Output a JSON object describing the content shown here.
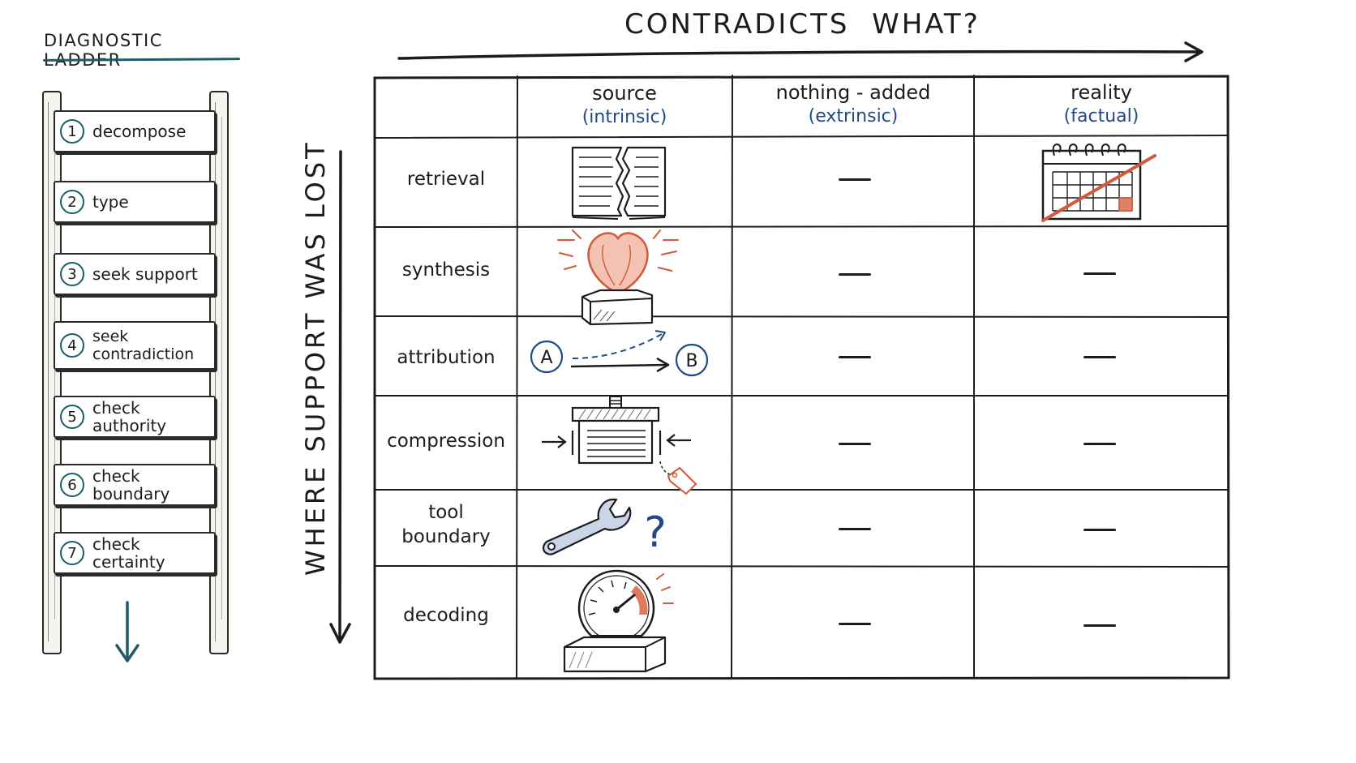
{
  "ladder": {
    "title": "DIAGNOSTIC LADDER",
    "steps": [
      {
        "num": "1",
        "label": "decompose"
      },
      {
        "num": "2",
        "label": "type"
      },
      {
        "num": "3",
        "label": "seek support"
      },
      {
        "num": "4",
        "label": "seek contradiction",
        "line1": "seek",
        "line2": "contradiction"
      },
      {
        "num": "5",
        "label": "check authority"
      },
      {
        "num": "6",
        "label": "check boundary"
      },
      {
        "num": "7",
        "label": "check certainty"
      }
    ]
  },
  "axes": {
    "columns_title": "CONTRADICTS  WHAT?",
    "rows_title": "WHERE SUPPORT WAS LOST"
  },
  "columns": [
    {
      "main": "source",
      "sub": "(intrinsic)"
    },
    {
      "main": "nothing - added",
      "sub": "(extrinsic)"
    },
    {
      "main": "reality",
      "sub": "(factual)"
    }
  ],
  "rows": [
    {
      "label": "retrieval",
      "source_icon": "torn-document-icon",
      "nothing_added": "—",
      "reality_icon": "crossed-out-calendar-icon"
    },
    {
      "label": "synthesis",
      "source_icon": "balloon-from-box-icon",
      "nothing_added": "—",
      "reality": "—"
    },
    {
      "label": "attribution",
      "source_icon": "misdirected-arrow-icon",
      "source_nodes": [
        "A",
        "B"
      ],
      "nothing_added": "—",
      "reality": "—"
    },
    {
      "label": "compression",
      "source_icon": "press-squeeze-icon",
      "nothing_added": "—",
      "reality": "—"
    },
    {
      "label": "tool boundary",
      "line1": "tool",
      "line2": "boundary",
      "source_icon": "wrench-question-icon",
      "source_mark": "?",
      "nothing_added": "—",
      "reality": "—"
    },
    {
      "label": "decoding",
      "source_icon": "speedometer-gauge-icon",
      "nothing_added": "—",
      "reality": "—"
    }
  ],
  "colors": {
    "ink": "#1c1c1c",
    "teal": "#1f5c66",
    "blue": "#1f4a86",
    "red": "#cf5a3c"
  }
}
